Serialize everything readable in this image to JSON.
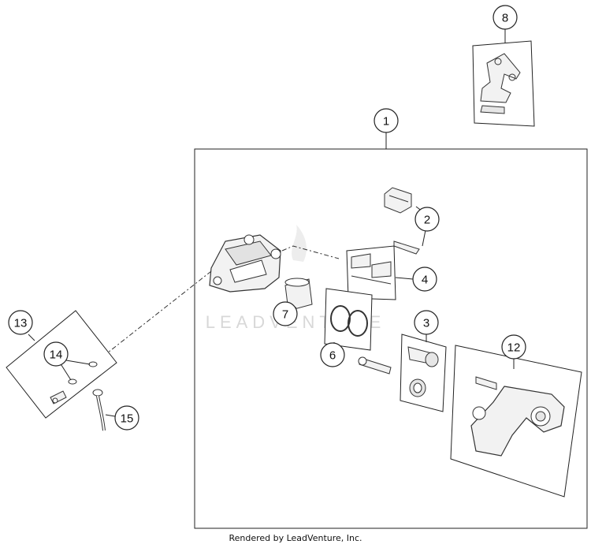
{
  "diagram": {
    "callouts": {
      "c1": "1",
      "c2": "2",
      "c3": "3",
      "c4": "4",
      "c6": "6",
      "c7": "7",
      "c8": "8",
      "c12": "12",
      "c13": "13",
      "c14": "14",
      "c15": "15"
    },
    "watermark": "LEADVENTURE"
  },
  "footer": {
    "credit": "Rendered by LeadVenture, Inc."
  },
  "colors": {
    "line": "#222222",
    "part_fill": "#f2f2f2",
    "watermark": "#d8d8d8"
  }
}
